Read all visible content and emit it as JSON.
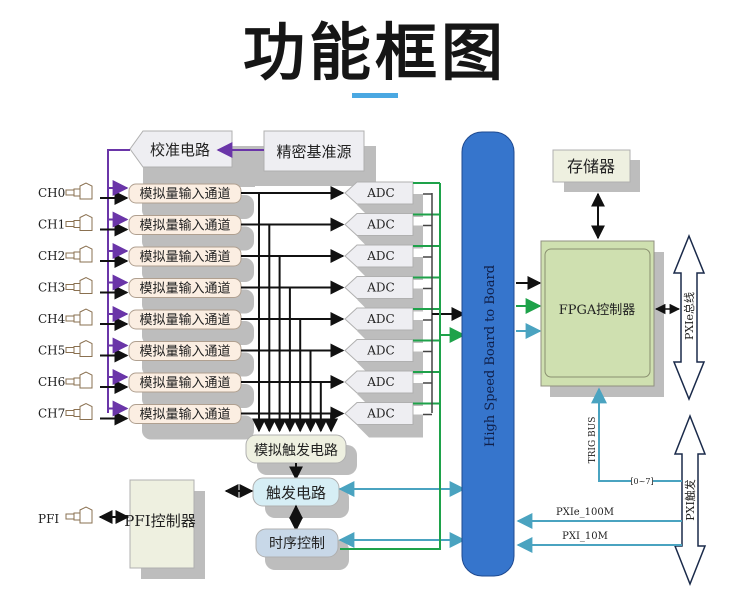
{
  "title": "功能框图",
  "colors": {
    "accent": "#4aa8e2",
    "bus_blue": "#3675cc",
    "purple": "#6a35a8",
    "green": "#1ea24a",
    "teal": "#4aa3c0",
    "fpga_fill": "#cfe0b0",
    "channel_fill": "#fbeee2",
    "adc_fill": "#eeeef2",
    "shadow": "#bdbdbd"
  },
  "calibration": {
    "circuit_label": "校准电路",
    "reference_label": "精密基准源"
  },
  "channels": [
    {
      "name": "CH0",
      "block_label": "模拟量输入通道"
    },
    {
      "name": "CH1",
      "block_label": "模拟量输入通道"
    },
    {
      "name": "CH2",
      "block_label": "模拟量输入通道"
    },
    {
      "name": "CH3",
      "block_label": "模拟量输入通道"
    },
    {
      "name": "CH4",
      "block_label": "模拟量输入通道"
    },
    {
      "name": "CH5",
      "block_label": "模拟量输入通道"
    },
    {
      "name": "CH6",
      "block_label": "模拟量输入通道"
    },
    {
      "name": "CH7",
      "block_label": "模拟量输入通道"
    }
  ],
  "adcs": [
    "ADC",
    "ADC",
    "ADC",
    "ADC",
    "ADC",
    "ADC",
    "ADC",
    "ADC"
  ],
  "analog_trigger_label": "模拟触发电路",
  "trigger_circuit_label": "触发电路",
  "timing_control_label": "时序控制",
  "pfi": {
    "port_label": "PFI",
    "controller_label": "PFI控制器"
  },
  "bus_label": "High  Speed  Board  to  Board",
  "storage_label": "存储器",
  "fpga_label": "FPGA控制器",
  "pxie_bus_label": "PXIe总线",
  "pxi_trigger_label": "PXI触发",
  "trig_bus_label": "TRIG BUS",
  "trig_bus_range": "[0~7]",
  "clock_signals": [
    "PXIe_100M",
    "PXI_10M"
  ]
}
